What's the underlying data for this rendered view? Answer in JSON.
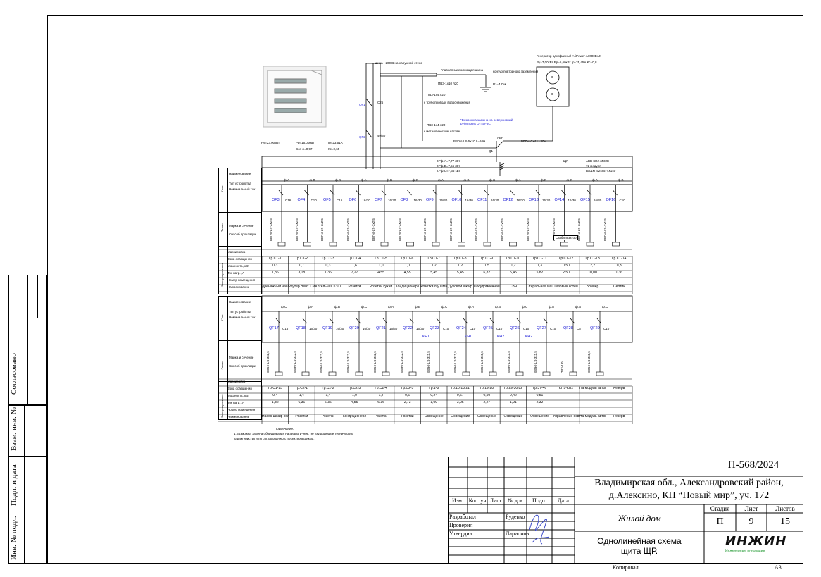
{
  "drawing": {
    "doc_code": "П-568/2024",
    "address_line1": "Владимирская обл., Александровский район,",
    "address_line2": "д.Алексино, КП “Новый мир”, уч. 172",
    "object": "Жилой дом",
    "sheet_title_line1": "Однолинейная схема",
    "sheet_title_line2": "щита ЩР.",
    "stage_label": "Стадия",
    "sheet_label": "Лист",
    "sheets_label": "Листов",
    "stage": "П",
    "sheet": "9",
    "sheets": "15",
    "copied": "Копировал",
    "format": "А3",
    "logo": "ИНЖИН",
    "logo_sub": "Инженерные инновации",
    "col_headers": [
      "Изм.",
      "Кол. уч",
      "Лист",
      "№ док",
      "Подп.",
      "Дата"
    ],
    "roles": [
      {
        "role": "Разработал",
        "name": "Руденко"
      },
      {
        "role": "Проверил",
        "name": ""
      },
      {
        "role": "Утвердил",
        "name": "Ларионов"
      }
    ]
  },
  "side_stamp": {
    "agreed": "Согласовано",
    "replace_inv": "Взам. инв. №",
    "sign_date": "Подп. и дата",
    "inv_orig": "Инв. № подл."
  },
  "top_diagram": {
    "grounding_note": "Шина ~200 В на наружной стене",
    "ground_bus": "Главная заземляющая шина",
    "ground_contour": "контур повторного заземления",
    "ground_res": "Rз=4 Ом",
    "cable_pe1": "ПВ3-1х10 л20",
    "cable_pe2": "ПВ3-1х4 л20",
    "cable_pe3": "ПВ3-1х4 л20",
    "pipe_note": "к трубопроводу водоснабжения",
    "metal_note": "к металлическим частям",
    "generator_title": "Генератор однофазный A-iPower A7000EAX",
    "generator_params": "Ру=7,00кВт  Рр=5,60кВт  Iр=25,45А  Кс=0,8",
    "ats_label": "АВР",
    "ats_note": "*Возможна замена на реверсивный рубильник OT40F3C",
    "q1": "Q1",
    "cable_in": "ВВГнг-LS-5х10 L=10м",
    "cable_gen": "ВВГнг-3х4 L=30м",
    "qf1": "QF1",
    "qf1_rating": "С25",
    "qf2": "QF2",
    "qf2_rating": "40/30",
    "load_py": "Ру=23,00кВт",
    "load_pp": "Рр=15,00кВт",
    "load_ip": "Iр=23,51А",
    "load_cos": "Cos φ=0,97",
    "load_kc": "Кс=0,65",
    "phase_a": "ΣPф.A=7,77 кВт",
    "phase_b": "ΣPф.B=7,56 кВт",
    "phase_c": "ΣPф.C=7,66 кВт",
    "panel_label": "ЩР",
    "panel_model": "ABB SRJ AT32E",
    "panel_modules": "72 модуля",
    "panel_dims": "ВхШхГ 524х574х140",
    "generator_g": "G"
  },
  "table_row_labels": [
    "Маркировка",
    "Зона освещения",
    "Мощность, кВт",
    "Ток нагр., А",
    "Номер помещения",
    "Наименование"
  ],
  "side_labels": {
    "network": "Сеть",
    "lines": "Линии",
    "consumers": "Электроприемник",
    "naim": "Наименование",
    "type_dev": "Тип устройства",
    "nominal": "Номинальный ток",
    "type_cable": "Марка и сечение",
    "method": "Способ прокладки"
  },
  "row1": {
    "breakers": [
      "QF3",
      "QF4",
      "QF5",
      "QF6",
      "QF7",
      "QF8",
      "QF9",
      "QF10",
      "QF11",
      "QF12",
      "QF13",
      "QF14",
      "QF15",
      "QF16"
    ],
    "phases": [
      "ф.A",
      "ф.B",
      "ф.C",
      "ф.A",
      "ф.B",
      "ф.C",
      "ф.A",
      "ф.B",
      "ф.C",
      "ф.A",
      "ф.B",
      "ф.C",
      "ф.A",
      "ф.B"
    ],
    "ratings": [
      "С16",
      "С10",
      "С16",
      "16/30",
      "16/30",
      "16/30",
      "16/30",
      "16/30",
      "16/30",
      "16/30",
      "16/30",
      "16/30",
      "16/30",
      "С10"
    ],
    "cables": [
      "ВВГнг-LS-3х2,5",
      "ВВГнг-LS-3х2,5",
      "ВВГнг-LS-3х2,5",
      "ВВГнг-LS-3х2,5",
      "ВВГнг-LS-3х2,5",
      "ВВГнг-LS-3х2,5",
      "ВВГнг-LS-3х2,5",
      "ВВГнг-LS-3х2,5",
      "ВВГнг-LS-3х2,5",
      "ВВГнг-LS-3х2,5",
      "ВВГнг-LS-3х2,5",
      "ВВГнг-LS-3х2,5",
      "ВВГнг-LS-3х2,5",
      "ВВГнг-LS-3х1,5"
    ],
    "stabilizer": "Стабилизатор",
    "groups": [
      "Гр.С1-1",
      "Гр.С1-2",
      "Гр.С1-3",
      "Гр.С1-4",
      "Гр.С1-5",
      "Гр.С1-6",
      "Гр.С1-7",
      "Гр.С1-8",
      "Гр.С1-9",
      "Гр.С1-10",
      "Гр.С1-11",
      "Гр.С1-12",
      "Гр.С1-13",
      "Гр.С1-14"
    ],
    "power": [
      "0,3",
      "0,7",
      "0,3",
      "1,6",
      "1,0",
      "1,0",
      "1,2",
      "1,2",
      "1,5",
      "1,2",
      "1,3",
      "0,50",
      "2,2",
      "0,3"
    ],
    "current": [
      "1,36",
      "3,18",
      "1,36",
      "7,27",
      "4,55",
      "4,55",
      "5,45",
      "5,45",
      "6,82",
      "5,45",
      "5,82",
      "2,50",
      "10,00",
      "1,36"
    ],
    "names": [
      "Дренажный насос",
      "Роутер Вент. Сигнализ.",
      "Котельная КЗШ",
      "Розетки",
      "Розетки кухни",
      "Кондиционер1",
      "Розетки л/у ПММ",
      "Духовой шкаф",
      "Посудомоечная",
      "СВЧ",
      "Стиральная машина",
      "Газовый котел",
      "Бойлер",
      "Септик"
    ]
  },
  "row2": {
    "breakers": [
      "QF17",
      "QF18",
      "QF19",
      "QF20",
      "QF21",
      "QF22",
      "QF23",
      "QF24",
      "QF25",
      "QF26",
      "QF27",
      "QF28",
      "QF29"
    ],
    "kn": [
      "КН1",
      "КН1",
      "КН2",
      "КН2"
    ],
    "phases": [
      "ф.C",
      "ф.A",
      "ф.B",
      "ф.C",
      "ф.A",
      "ф.B",
      "ф.C",
      "ф.A",
      "ф.B",
      "ф.C",
      "ф.A",
      "ф.B",
      "ф.C"
    ],
    "ratings": [
      "С16",
      "16/30",
      "16/30",
      "16/30",
      "16/30",
      "16/30",
      "С10",
      "С10",
      "С10",
      "С10",
      "С10",
      "С6",
      "С10"
    ],
    "cables": [
      "ВВГнг-LS-3х2,5",
      "ВВГнг-LS-3х2,5",
      "ВВГнг-LS-3х2,5",
      "ВВГнг-LS-3х2,5",
      "ВВГнг-LS-3х2,5",
      "ВВГнг-LS-3х2,5",
      "ВВГнг-LS-3х1,5",
      "ВВГнг-LS-3х1,5",
      "ВВГнг-LS-3х1,5",
      "ВВГнг-LS-3х1,5",
      "ВВГнг-LS-3х1,5",
      "ПВ3-1,0",
      "ВВГнг-LS-3х1,5"
    ],
    "groups": [
      "Гр.С1-15",
      "Гр.С2-1",
      "Гр.С2-2",
      "Гр.С2-3",
      "Гр.С2-4",
      "Гр.С2-5",
      "Гр.1-8",
      "Гр.10-18,21",
      "Гр.19-28",
      "Гр.29-30,82",
      "Гр.37-46",
      "КН1-КН2",
      "На модуль автоматики",
      "Резерв"
    ],
    "power": [
      "0,4",
      "1,4",
      "1,4",
      "1,0",
      "1,4",
      "0,6",
      "0,24",
      "0,67",
      "0,50",
      "0,42",
      "0,51",
      "",
      "",
      ""
    ],
    "current": [
      "1,82",
      "6,36",
      "6,36",
      "4,55",
      "6,36",
      "2,73",
      "1,09",
      "3,05",
      "2,27",
      "1,91",
      "2,32",
      "",
      "",
      ""
    ],
    "names": [
      "Насос Шкаф холодильника",
      "Розетки",
      "Розетки",
      "Кондиционер2",
      "Розетки",
      "Розетки",
      "Освещение",
      "Освещение",
      "Освещение",
      "Освещение",
      "Освещение",
      "Управление освещением",
      "На модуль автоматики",
      "Резерв"
    ]
  },
  "notes": {
    "title": "Примечание:",
    "line1": "1.Возможна замена оборудования на аналогичное, не ухудшающее технических",
    "line2": "характеристик и по согласованию с проектировщиком."
  }
}
